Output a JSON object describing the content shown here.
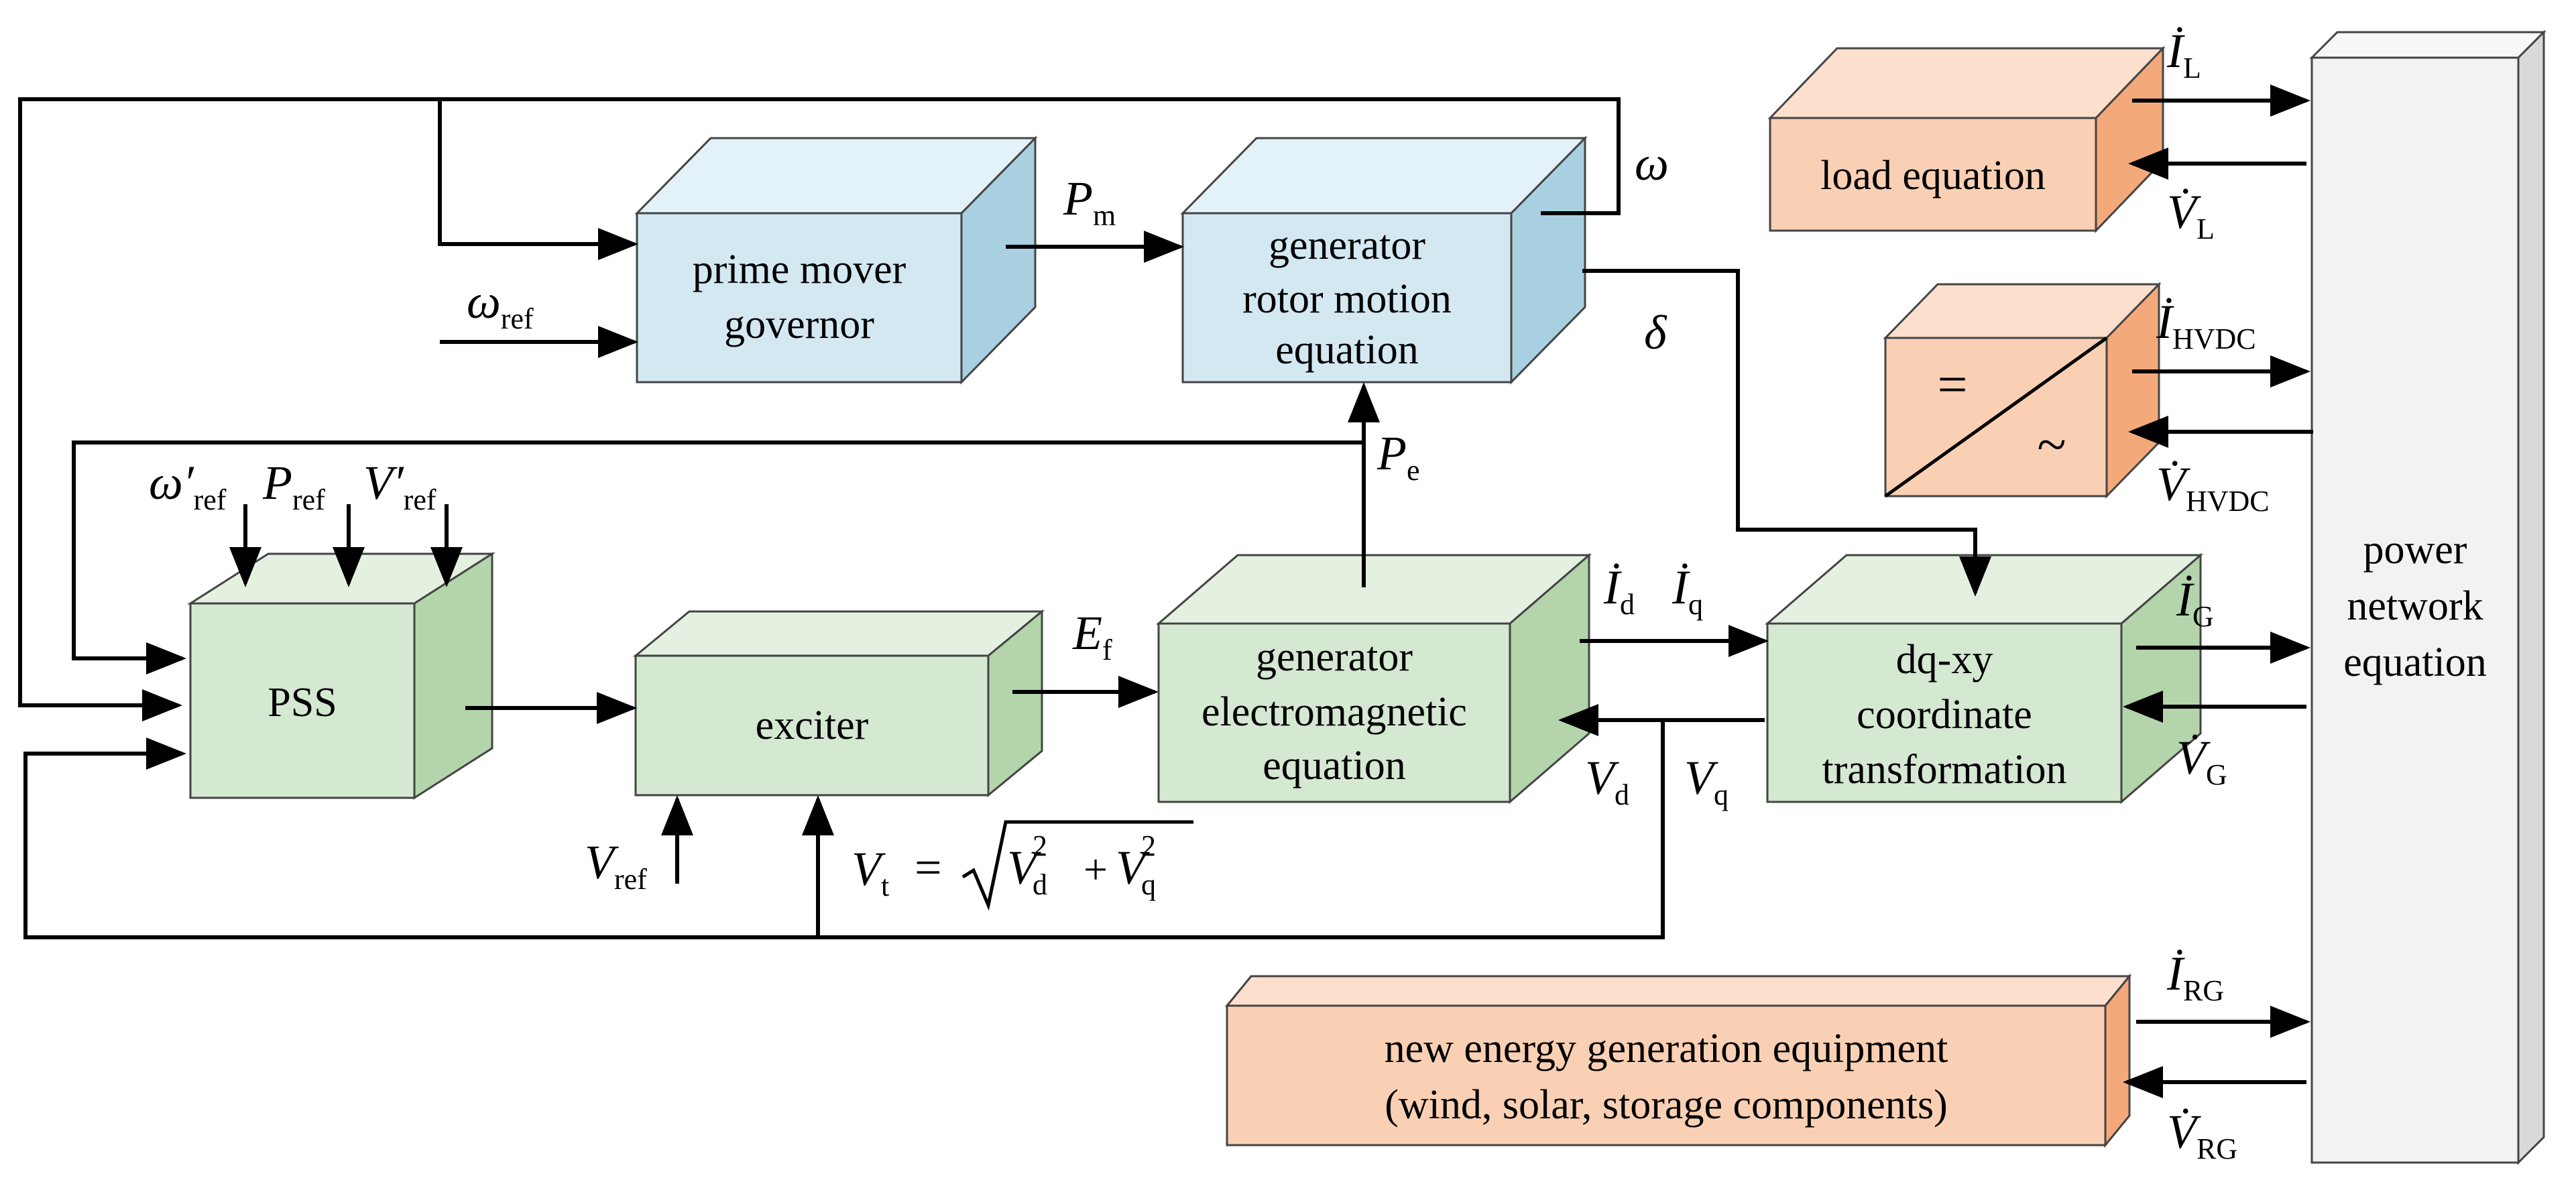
{
  "blocks": {
    "prime_mover": [
      "prime mover",
      "governor"
    ],
    "rotor_motion": [
      "generator",
      "rotor motion",
      "equation"
    ],
    "load": [
      "load equation"
    ],
    "hvdc": {
      "eq": "=",
      "ac": "~"
    },
    "power_network": [
      "power",
      "network",
      "equation"
    ],
    "pss": [
      "PSS"
    ],
    "exciter": [
      "exciter"
    ],
    "electromagnetic": [
      "generator",
      "electromagnetic",
      "equation"
    ],
    "dqxy": [
      "dq-xy",
      "coordinate",
      "transformation"
    ],
    "new_energy": [
      "new energy generation equipment",
      "(wind, solar, storage components)"
    ]
  },
  "signals": {
    "omega": "ω",
    "omega_ref": {
      "main": "ω",
      "sub": "ref"
    },
    "pm": {
      "main": "P",
      "sub": "m"
    },
    "delta": "δ",
    "pe": {
      "main": "P",
      "sub": "e"
    },
    "omega_ref_prime": {
      "main": "ω′",
      "sub": "ref"
    },
    "p_ref": {
      "main": "P",
      "sub": "ref"
    },
    "v_ref_prime": {
      "main": "V′",
      "sub": "ref"
    },
    "ef": {
      "main": "E",
      "sub": "f"
    },
    "id": {
      "main": "İ",
      "sub": "d"
    },
    "iq": {
      "main": "İ",
      "sub": "q"
    },
    "vd": {
      "main": "V",
      "sub": "d"
    },
    "vq": {
      "main": "V",
      "sub": "q"
    },
    "v_ref": {
      "main": "V",
      "sub": "ref"
    },
    "vt_formula": {
      "lhs": "V",
      "lhs_sub": "t",
      "eq": "=",
      "v1": "V",
      "s1": "d",
      "p1": "2",
      "plus": "+",
      "v2": "V",
      "s2": "q",
      "p2": "2"
    },
    "il": {
      "main": "İ",
      "sub": "L"
    },
    "vl": {
      "main": "V̇",
      "sub": "L"
    },
    "ihvdc": {
      "main": "İ",
      "sub": "HVDC"
    },
    "vhvdc": {
      "main": "V̇",
      "sub": "HVDC"
    },
    "ig": {
      "main": "İ",
      "sub": "G"
    },
    "vg": {
      "main": "V̇",
      "sub": "G"
    },
    "irg": {
      "main": "İ",
      "sub": "RG"
    },
    "vrg": {
      "main": "V̇",
      "sub": "RG"
    }
  },
  "colors": {
    "blue_front": "#d4e8f2",
    "blue_top": "#e3f1f8",
    "blue_side": "#a9d0e0",
    "green_front": "#d5e8d2",
    "green_top": "#e4f1e1",
    "green_side": "#b4d5ac",
    "orange_front": "#fad0b4",
    "orange_top": "#fce0cd",
    "orange_side": "#f4a97a",
    "gray_front": "#f2f2f2",
    "gray_top": "#f8f8f8",
    "gray_side": "#d9d9d9"
  }
}
